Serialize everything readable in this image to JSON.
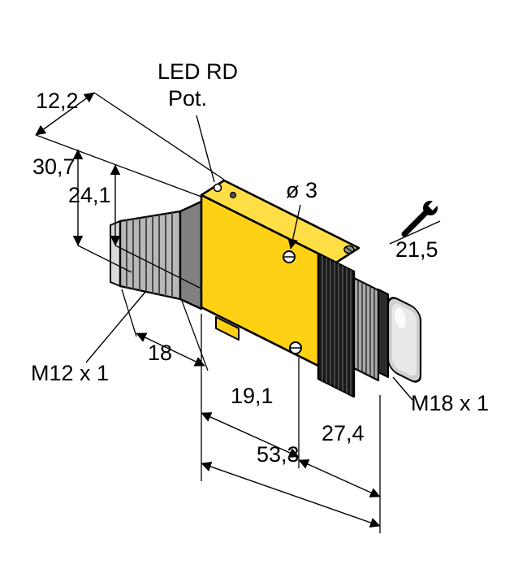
{
  "drawing": {
    "type": "technical-dimension-drawing",
    "part_labels": {
      "led": "LED RD",
      "pot": "Pot.",
      "thread_connector": "M12 x 1",
      "thread_barrel": "M18 x 1",
      "hole_diameter": "ø 3"
    },
    "dimensions": {
      "top_depth": "12,2",
      "height_total": "30,7",
      "height_body": "24,1",
      "wrench_size": "21,5",
      "connector_length": "18",
      "body_front_length": "19,1",
      "barrel_length": "27,4",
      "total_length": "53,3"
    },
    "colors": {
      "body_yellow": "#FFD114",
      "body_top_yellow": "#FFDF45",
      "metal_light": "#b8b8b8",
      "metal_mid": "#a8a8a8",
      "nut_black": "#191919",
      "lens_gray": "#cfcfcf",
      "background": "#ffffff",
      "line": "#000000"
    }
  }
}
